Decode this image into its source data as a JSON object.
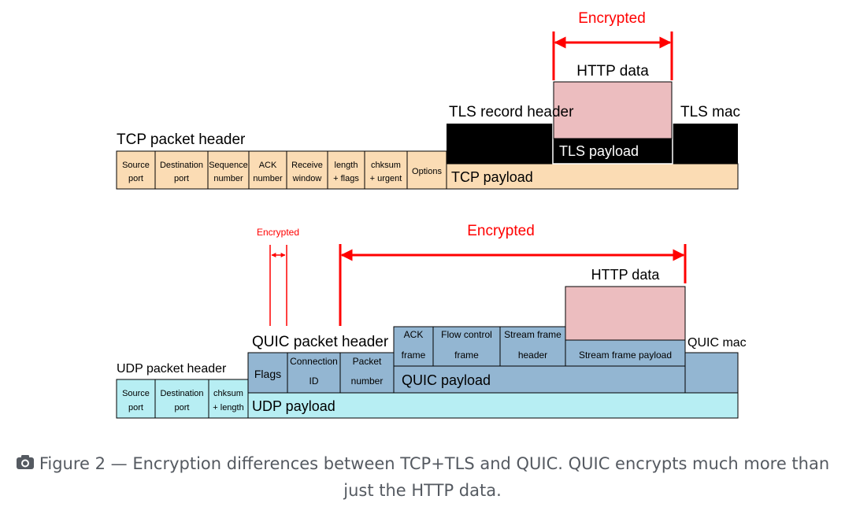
{
  "colors": {
    "tcp_fill": "#fbdcb4",
    "udp_fill": "#b7eef3",
    "quic_fill": "#93b6d2",
    "tls_record_fill": "#000000",
    "http_payload_fill": "#ecbdbf",
    "encrypted_red": "#ff0000",
    "caption_text": "#555a61"
  },
  "tcp": {
    "header_label": "TCP packet header",
    "fields": [
      {
        "l1": "Source",
        "l2": "port"
      },
      {
        "l1": "Destination",
        "l2": "port"
      },
      {
        "l1": "Sequence",
        "l2": "number"
      },
      {
        "l1": "ACK",
        "l2": "number"
      },
      {
        "l1": "Receive",
        "l2": "window"
      },
      {
        "l1": "length",
        "l2": "+ flags"
      },
      {
        "l1": "chksum",
        "l2": "+ urgent"
      },
      {
        "l1": "Options",
        "l2": ""
      }
    ],
    "payload_label": "TCP payload",
    "tls_record_header": "TLS record header",
    "tls_payload": "TLS payload",
    "tls_mac": "TLS mac",
    "http_data": "HTTP data",
    "encrypted_label": "Encrypted"
  },
  "quic": {
    "udp_header_label": "UDP packet header",
    "udp_fields": [
      {
        "l1": "Source",
        "l2": "port"
      },
      {
        "l1": "Destination",
        "l2": "port"
      },
      {
        "l1": "chksum",
        "l2": "+ length"
      }
    ],
    "udp_payload_label": "UDP payload",
    "quic_header_label": "QUIC packet header",
    "header_fields": [
      {
        "l1": "Flags",
        "l2": ""
      },
      {
        "l1": "Connection",
        "l2": "ID"
      },
      {
        "l1": "Packet",
        "l2": "number"
      }
    ],
    "quic_payload_label": "QUIC payload",
    "frame_fields": [
      {
        "l1": "ACK",
        "l2": "frame"
      },
      {
        "l1": "Flow control",
        "l2": "frame"
      },
      {
        "l1": "Stream frame",
        "l2": "header"
      }
    ],
    "stream_frame_payload": "Stream frame payload",
    "http_data": "HTTP data",
    "quic_mac": "QUIC mac",
    "encrypted_small": "Encrypted",
    "encrypted_large": "Encrypted"
  },
  "caption": {
    "icon": "camera-icon",
    "text": "Figure 2 — Encryption differences between TCP+TLS and QUIC. QUIC encrypts much more than just the HTTP data."
  }
}
